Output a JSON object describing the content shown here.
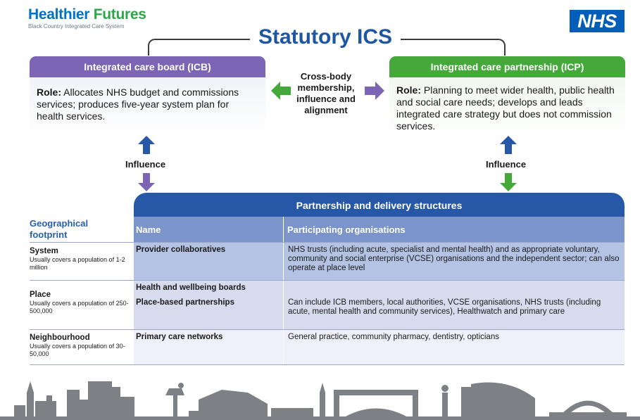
{
  "header": {
    "brand_word1": "Healthier",
    "brand_word2": "Futures",
    "brand_subtitle": "Black Country Integrated Care System",
    "nhs_logo": "NHS",
    "ics_title": "Statutory ICS"
  },
  "icb": {
    "title": "Integrated care board (ICB)",
    "role_label": "Role:",
    "role_text": " Allocates NHS budget and commissions services; produces five-year system plan for health services."
  },
  "icp": {
    "title": "Integrated care partnership (ICP)",
    "role_label": "Role:",
    "role_text": " Planning to meet wider health, public health and social care needs; develops and leads integrated care strategy but does not commission services."
  },
  "cross_body": {
    "lines": [
      "Cross-body",
      "membership,",
      "influence and",
      "alignment"
    ]
  },
  "influence": {
    "left_label": "Influence",
    "right_label": "Influence"
  },
  "partnership": {
    "title": "Partnership and delivery structures",
    "col_name": "Name",
    "col_orgs": "Participating organisations",
    "geo_header_line1": "Geographical",
    "geo_header_line2": "footprint",
    "rows": [
      {
        "name": "Provider collaboratives",
        "orgs": "NHS trusts (including acute, specialist and mental health) and as appropriate voluntary, community and social enterprise (VCSE) organisations and the independent sector; can also operate at place level"
      },
      {
        "name": "Health and wellbeing boards",
        "orgs": ""
      },
      {
        "name": "Place-based partnerships",
        "orgs": "Can include ICB members, local authorities, VCSE organisations, NHS trusts (including acute, mental health and community services), Healthwatch and primary care"
      },
      {
        "name": "Primary care networks",
        "orgs": "General practice, community pharmacy, dentistry, opticians"
      }
    ],
    "footprints": [
      {
        "title": "System",
        "desc": "Usually covers a population of 1-2 million"
      },
      {
        "title": "Place",
        "desc": "Usually covers a population of 250-500,000"
      },
      {
        "title": "Neighbourhood",
        "desc": "Usually covers a population of 30-50,000"
      }
    ]
  },
  "colors": {
    "icb_purple": "#7c65b4",
    "icp_green": "#45a83a",
    "partnership_blue": "#2758a8",
    "title_blue": "#1e56a0",
    "nhs_blue": "#005eb8",
    "skyline_grey": "#7d8186"
  }
}
